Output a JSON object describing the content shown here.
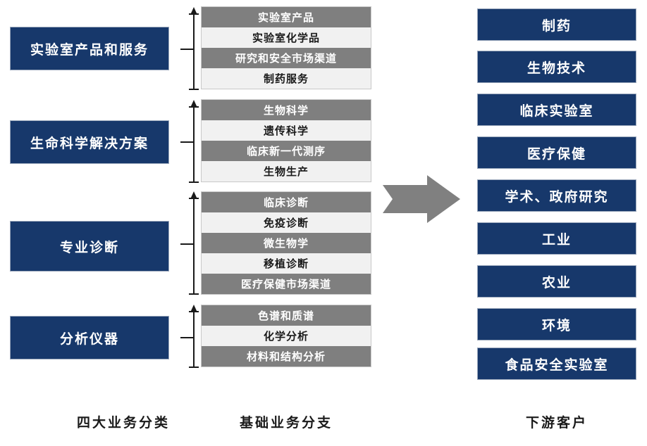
{
  "theme": {
    "blue": "#17386b",
    "grey_row": "#7f7f7f",
    "light_row": "#f1f1f1",
    "arrow_grey": "#808080",
    "background": "#ffffff"
  },
  "columns": {
    "categories": {
      "footer_label": "四大业务分类",
      "items": [
        {
          "label": "实验室产品和服务"
        },
        {
          "label": "生命科学解决方案"
        },
        {
          "label": "专业诊断"
        },
        {
          "label": "分析仪器"
        }
      ]
    },
    "branches": {
      "footer_label": "基础业务分支",
      "groups": [
        {
          "rows": [
            {
              "label": "实验室产品",
              "style": "dark"
            },
            {
              "label": "实验室化学品",
              "style": "light"
            },
            {
              "label": "研究和安全市场渠道",
              "style": "dark"
            },
            {
              "label": "制药服务",
              "style": "light"
            }
          ]
        },
        {
          "rows": [
            {
              "label": "生物科学",
              "style": "dark"
            },
            {
              "label": "遗传科学",
              "style": "light"
            },
            {
              "label": "临床新一代测序",
              "style": "dark"
            },
            {
              "label": "生物生产",
              "style": "light"
            }
          ]
        },
        {
          "rows": [
            {
              "label": "临床诊断",
              "style": "dark"
            },
            {
              "label": "免疫诊断",
              "style": "light"
            },
            {
              "label": "微生物学",
              "style": "dark"
            },
            {
              "label": "移植诊断",
              "style": "light"
            },
            {
              "label": "医疗保健市场渠道",
              "style": "dark"
            }
          ]
        },
        {
          "rows": [
            {
              "label": "色谱和质谱",
              "style": "dark"
            },
            {
              "label": "化学分析",
              "style": "light"
            },
            {
              "label": "材料和结构分析",
              "style": "dark"
            }
          ]
        }
      ]
    },
    "customers": {
      "footer_label": "下游客户",
      "items": [
        {
          "label": "制药"
        },
        {
          "label": "生物技术"
        },
        {
          "label": "临床实验室"
        },
        {
          "label": "医疗保健"
        },
        {
          "label": "学术、政府研究"
        },
        {
          "label": "工业"
        },
        {
          "label": "农业"
        },
        {
          "label": "环境"
        },
        {
          "label": "食品安全实验室"
        }
      ]
    }
  },
  "arrow": {
    "icon": "right-arrow-icon",
    "direction": "right"
  }
}
